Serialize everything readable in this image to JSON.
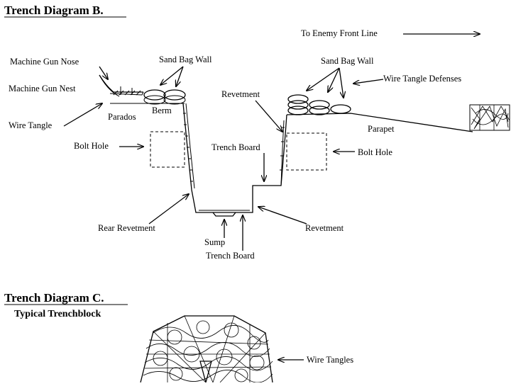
{
  "diagram_b": {
    "title": "Trench Diagram B.",
    "labels": {
      "enemy_front": "To Enemy Front Line",
      "mg_nose": "Machine Gun Nose",
      "mg_nest": "Machine Gun Nest",
      "wire_tangle": "Wire Tangle",
      "parados": "Parados",
      "sandbag_left": "Sand Bag Wall",
      "berm": "Berm",
      "revetment_top": "Revetment",
      "sandbag_right": "Sand Bag Wall",
      "wire_defenses": "Wire Tangle Defenses",
      "parapet": "Parapet",
      "bolt_left": "Bolt Hole",
      "trench_board_mid": "Trench Board",
      "bolt_right": "Bolt Hole",
      "rear_revetment": "Rear Revetment",
      "revetment_bottom": "Revetment",
      "sump": "Sump",
      "trench_board_bottom": "Trench Board"
    }
  },
  "diagram_c": {
    "title": "Trench Diagram C.",
    "subtitle": "Typical Trenchblock",
    "wire_label": "Wire Tangles"
  }
}
